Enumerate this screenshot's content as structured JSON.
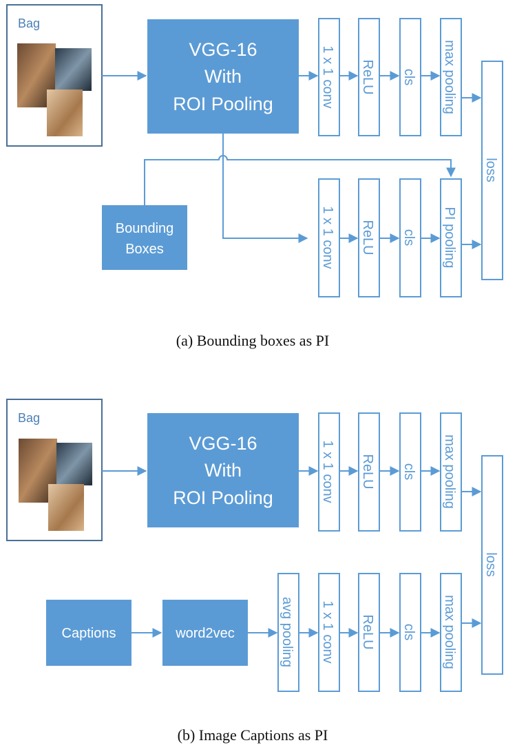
{
  "diagram_a": {
    "bag_label": "Bag",
    "backbone_lines": [
      "VGG-16",
      "With",
      "ROI Pooling"
    ],
    "pi_source_lines": [
      "Bounding",
      "Boxes"
    ],
    "top_branch": [
      "1 x 1 conv",
      "ReLU",
      "cls",
      "max pooling"
    ],
    "bottom_branch": [
      "1 x 1 conv",
      "ReLU",
      "cls",
      "PI pooling"
    ],
    "loss_label": "loss",
    "caption": "(a) Bounding boxes as PI"
  },
  "diagram_b": {
    "bag_label": "Bag",
    "backbone_lines": [
      "VGG-16",
      "With",
      "ROI Pooling"
    ],
    "captions_label": "Captions",
    "word2vec_label": "word2vec",
    "top_branch": [
      "1 x 1 conv",
      "ReLU",
      "cls",
      "max pooling"
    ],
    "bottom_branch": [
      "avg pooling",
      "1 x 1 conv",
      "ReLU",
      "cls",
      "max pooling"
    ],
    "loss_label": "loss",
    "caption": "(b) Image Captions as PI"
  },
  "colors": {
    "fill": "#5b9bd5",
    "stroke": "#5b9bd5",
    "bag_border": "#4a6f96"
  },
  "icons": [
    "bag-image-thumbnails"
  ]
}
